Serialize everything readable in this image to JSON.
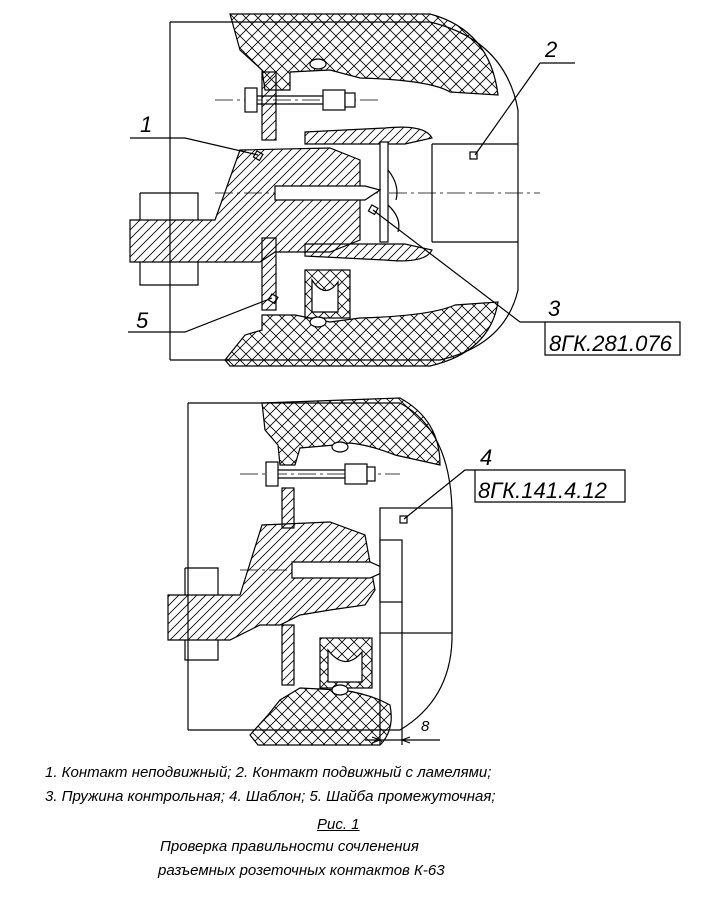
{
  "callouts": {
    "c1": "1",
    "c2": "2",
    "c3": "3",
    "c3_code": "8ГК.281.076",
    "c4": "4",
    "c4_code": "8ГК.141.4.12",
    "c5": "5",
    "dim": "8"
  },
  "legend": {
    "line1": "1. Контакт неподвижный; 2. Контакт подвижный с ламелями;",
    "line2": "3. Пружина контрольная; 4. Шаблон; 5. Шайба промежуточная;"
  },
  "figure": {
    "label": "Рис. 1",
    "title1": "Проверка правильности сочленения",
    "title2": "разъемных розеточных контактов К-63"
  }
}
